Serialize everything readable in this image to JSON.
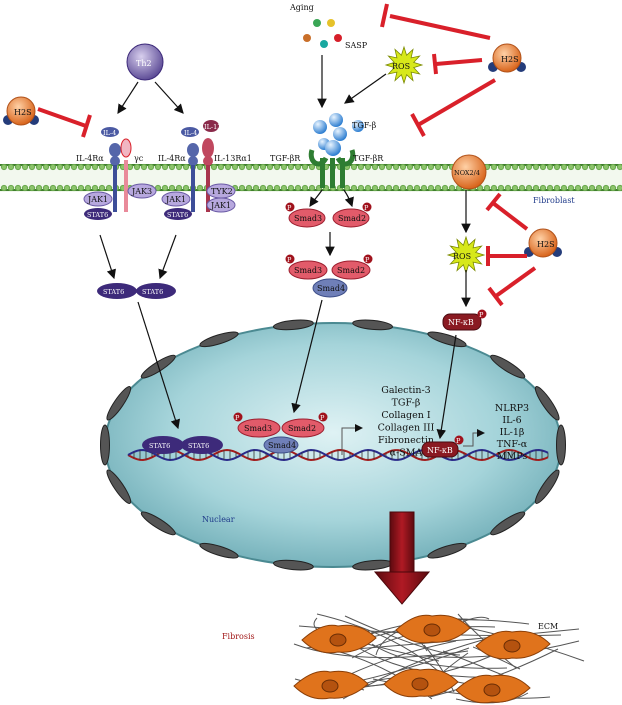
{
  "header": {
    "aging": "Aging",
    "sasp": "SASP"
  },
  "cells": {
    "th2": "Th2"
  },
  "molecules": {
    "h2s": "H2S",
    "ros": "ROS",
    "tgfb": "TGF-β",
    "nox": "NOX2/4",
    "nfkb": "NF-κB"
  },
  "receptors": {
    "il4ra": "IL-4Rα",
    "yc": "γc",
    "il13ra1": "IL-13Rα1",
    "tgfbr": "TGF-βR",
    "il4": "IL-4",
    "il13": "IL-13"
  },
  "kinases": {
    "jak1": "JAK1",
    "jak3": "JAK3",
    "tyk2": "TYK2"
  },
  "signaling": {
    "stat6": "STAT6",
    "smad3": "Smad3",
    "smad2": "Smad2",
    "smad4": "Smad4",
    "p": "P"
  },
  "labels": {
    "fibroblast": "Fibroblast",
    "nuclear": "Nuclear",
    "fibrosis": "Fibrosis",
    "ecm": "ECM"
  },
  "genes_left": [
    "Galectin-3",
    "TGF-β",
    "Collagen I",
    "Collagen III",
    "Fibronectin",
    "α-SMA"
  ],
  "genes_right": [
    "NLRP3",
    "IL-6",
    "IL-1β",
    "TNF-α",
    "MMPs"
  ],
  "colors": {
    "inhibit": "#d9202a",
    "stat": "#3d2a7a",
    "smad": "#e25b6a",
    "smad4": "#6f7fb8",
    "nucleus": "#7fb9c1",
    "membrane": "#6aa84f",
    "h2s": "#e8823a",
    "ros": "#d7e81a",
    "arrow_big": "#8b0d17",
    "fibro_cell": "#e0731c"
  }
}
